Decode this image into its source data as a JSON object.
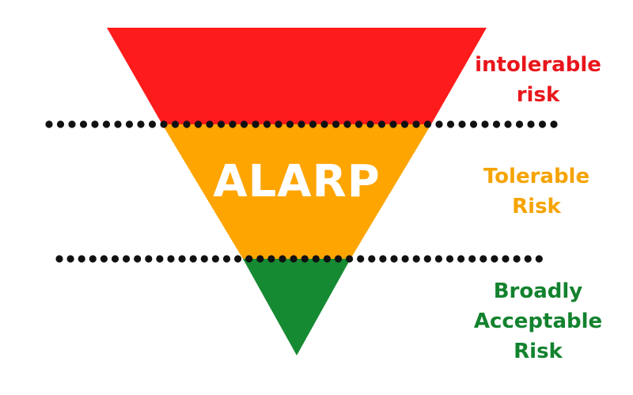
{
  "diagram": {
    "center_label": "ALARP",
    "zones": [
      {
        "id": "intolerable",
        "color": "#fe1b1b",
        "label_lines": [
          "intolerable",
          "risk"
        ],
        "label_color": "#e8161b"
      },
      {
        "id": "tolerable",
        "color": "#fea500",
        "label_lines": [
          "Tolerable",
          "Risk"
        ],
        "label_color": "#f6a300"
      },
      {
        "id": "acceptable",
        "color": "#168a32",
        "label_lines": [
          "Broadly",
          "Acceptable",
          "Risk"
        ],
        "label_color": "#13822e"
      }
    ],
    "divider_color": "#111111"
  }
}
